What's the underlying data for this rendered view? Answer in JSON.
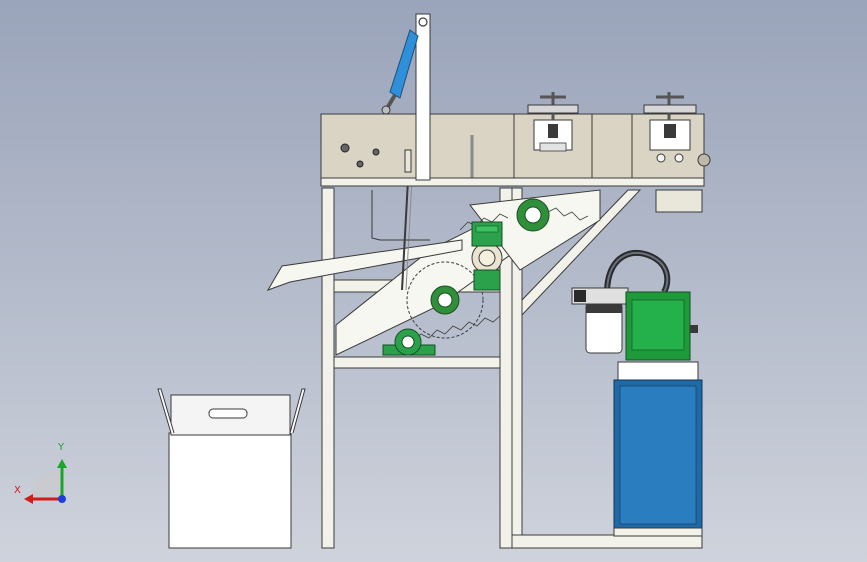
{
  "viewport": {
    "background_top": "#9aa4ba",
    "background_bottom": "#cfd3dc"
  },
  "colors": {
    "frame_fill": "#f3f2ea",
    "frame_stroke": "#3a3a3a",
    "housing_fill": "#d9d4c4",
    "cylinder_blue": "#2f8fd8",
    "motor_green": "#1f9a3a",
    "tank_blue": "#1f6aa6",
    "hose": "#2a2a2a",
    "axis_x": "#d11c1c",
    "axis_y": "#18a52a",
    "axis_z": "#1b3fd8"
  },
  "triad": {
    "x_label": "X",
    "y_label": "Y",
    "x_icon": "arrow-left-red",
    "y_icon": "arrow-up-green",
    "z_icon": "dot-blue"
  }
}
